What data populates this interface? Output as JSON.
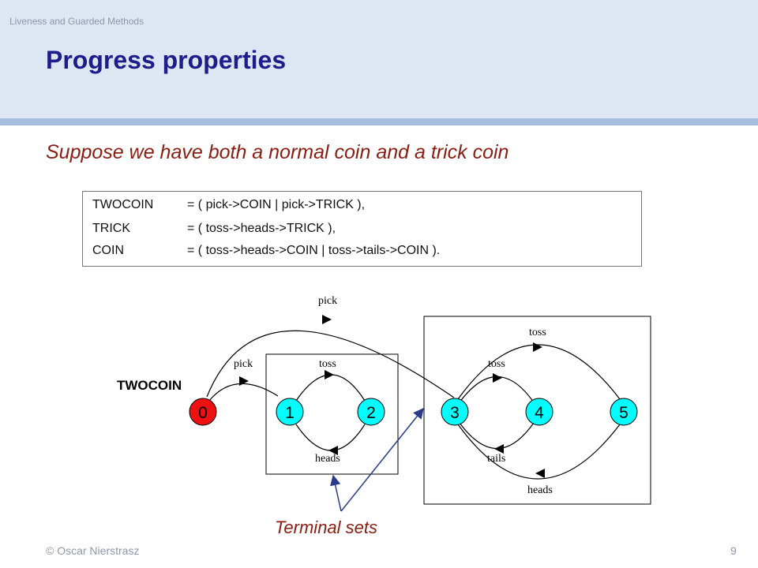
{
  "header": {
    "course_title": "Liveness and Guarded Methods",
    "title": "Progress properties"
  },
  "subtitle": "Suppose we have both a normal coin and a trick coin",
  "code": [
    {
      "name": "TWOCOIN",
      "definition": "= ( pick->COIN | pick->TRICK ),"
    },
    {
      "name": "TRICK",
      "definition": "= ( toss->heads->TRICK ),"
    },
    {
      "name": "COIN",
      "definition": "= ( toss->heads->COIN | toss->tails->COIN )."
    }
  ],
  "diagram": {
    "process_label": "TWOCOIN",
    "states": [
      "0",
      "1",
      "2",
      "3",
      "4",
      "5"
    ],
    "transition_labels": {
      "pick_top": "pick",
      "pick_inner": "pick",
      "toss_1_2": "toss",
      "heads_2_1": "heads",
      "toss_3_5": "toss",
      "toss_3_4": "toss",
      "tails_4_3": "tails",
      "heads_5_3": "heads"
    },
    "colors": {
      "initial_state": "#ee1111",
      "state": "#00ffff"
    },
    "annotation": "Terminal sets"
  },
  "footer": {
    "author": "© Oscar Nierstrasz",
    "page_number": "9"
  }
}
